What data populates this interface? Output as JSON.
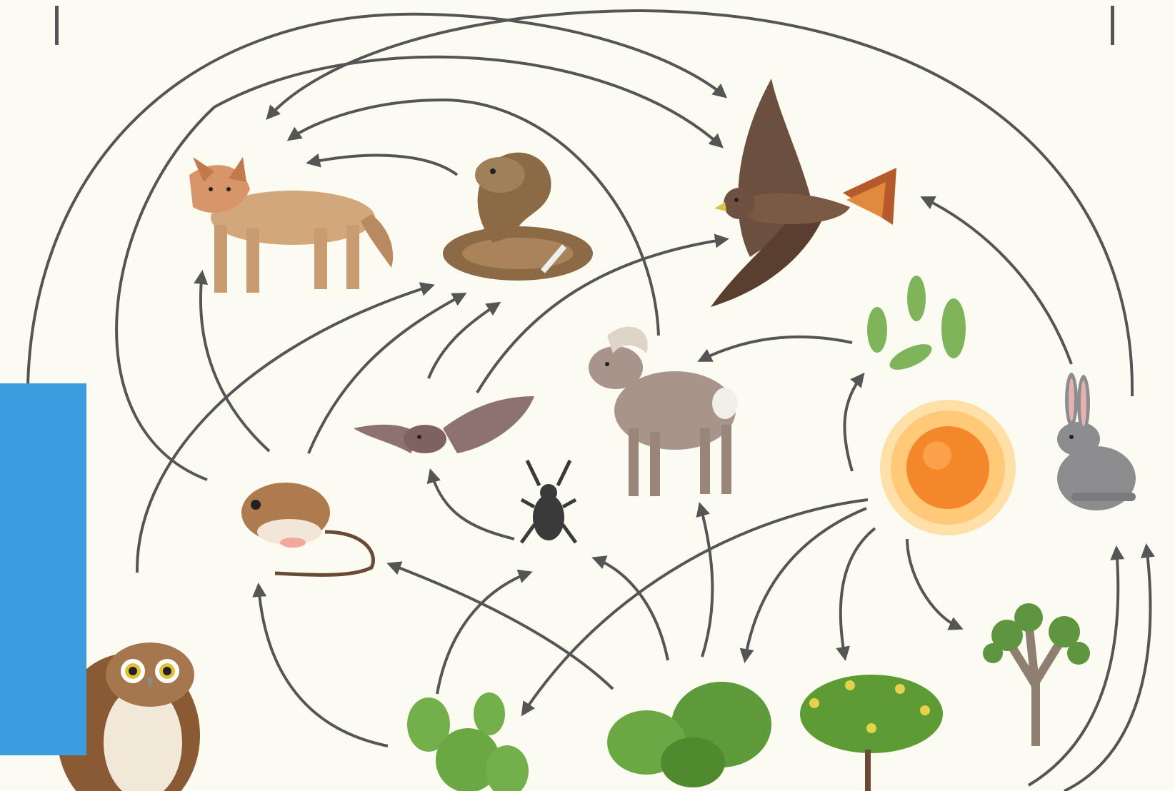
{
  "diagram": {
    "nodes": [
      {
        "id": "hawk",
        "icon": "hawk-icon"
      },
      {
        "id": "coyote",
        "icon": "coyote-icon"
      },
      {
        "id": "rattlesnake",
        "icon": "rattlesnake-icon"
      },
      {
        "id": "bighorn-sheep",
        "icon": "bighorn-sheep-icon"
      },
      {
        "id": "bat",
        "icon": "bat-icon"
      },
      {
        "id": "beetle",
        "icon": "beetle-icon"
      },
      {
        "id": "kangaroo-rat",
        "icon": "kangaroo-rat-icon"
      },
      {
        "id": "owl",
        "icon": "owl-icon"
      },
      {
        "id": "jackrabbit",
        "icon": "jackrabbit-icon"
      },
      {
        "id": "sun",
        "icon": "sun-icon"
      },
      {
        "id": "cactus-pads",
        "icon": "cactus-pads-icon"
      },
      {
        "id": "prickly-pear",
        "icon": "prickly-pear-icon"
      },
      {
        "id": "barrel-cactus",
        "icon": "barrel-cactus-icon"
      },
      {
        "id": "creosote-bush",
        "icon": "creosote-bush-icon"
      },
      {
        "id": "joshua-tree",
        "icon": "joshua-tree-icon"
      }
    ],
    "edges": [
      [
        "snake",
        "coyote"
      ],
      [
        "bat",
        "hawk"
      ],
      [
        "kangaroo-rat",
        "coyote"
      ],
      [
        "kangaroo-rat",
        "rattlesnake"
      ],
      [
        "beetle",
        "bat"
      ],
      [
        "sun",
        "cactus-pads"
      ],
      [
        "cactus-pads",
        "bighorn-sheep"
      ],
      [
        "jackrabbit",
        "hawk"
      ],
      [
        "sun",
        "prickly-pear"
      ],
      [
        "sun",
        "barrel-cactus"
      ],
      [
        "sun",
        "creosote-bush"
      ],
      [
        "sun",
        "joshua-tree"
      ],
      [
        "prickly-pear",
        "beetle"
      ],
      [
        "barrel-cactus",
        "beetle"
      ],
      [
        "barrel-cactus",
        "bighorn-sheep"
      ],
      [
        "barrel-cactus",
        "kangaroo-rat"
      ]
    ]
  },
  "colors": {
    "background": "#fcfbf1",
    "arrow": "#555555",
    "panel": "#3b9ddd"
  }
}
